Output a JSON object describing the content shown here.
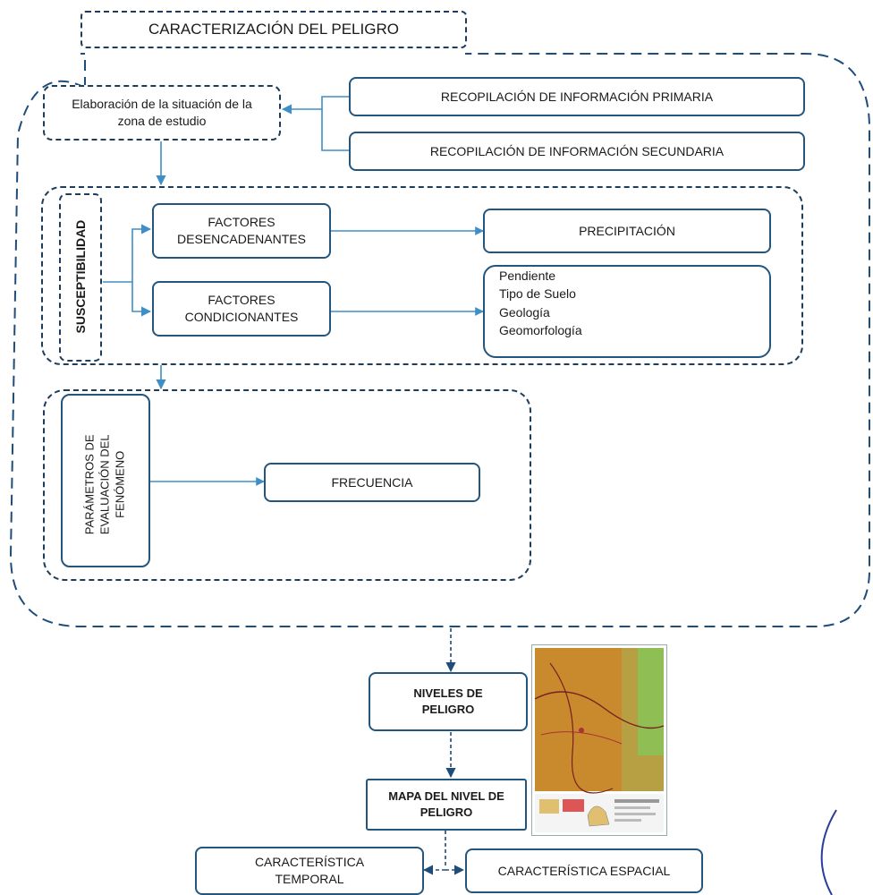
{
  "title": "CARACTERIZACIÓN DEL PELIGRO",
  "elaboracion": "Elaboración de la situación de la zona de estudio",
  "primaria": "RECOPILACIÓN DE INFORMACIÓN PRIMARIA",
  "secundaria": "RECOPILACIÓN DE INFORMACIÓN SECUNDARIA",
  "susceptibilidad": "SUSCEPTIBILIDAD",
  "desencadenantes": "FACTORES DESENCADENANTES",
  "condicionantes": "FACTORES CONDICIONANTES",
  "precipitacion": "PRECIPITACIÓN",
  "condicionantes_list": [
    "Pendiente",
    "Tipo de Suelo",
    "Geología",
    "Geomorfología"
  ],
  "parametros": [
    "PARÁMETROS DE",
    "EVALUACIÓN DEL",
    "FENÓMENO"
  ],
  "frecuencia": "FRECUENCIA",
  "niveles": "NIVELES DE PELIGRO",
  "mapa": "MAPA DEL NIVEL DE PELIGRO",
  "temporal": "CARACTERÍSTICA TEMPORAL",
  "espacial": "CARACTERÍSTICA ESPACIAL",
  "colors": {
    "border": "#24557d",
    "arrow": "#3d8fc6",
    "map_orange": "#c98a2e",
    "map_green": "#8fbf54"
  }
}
